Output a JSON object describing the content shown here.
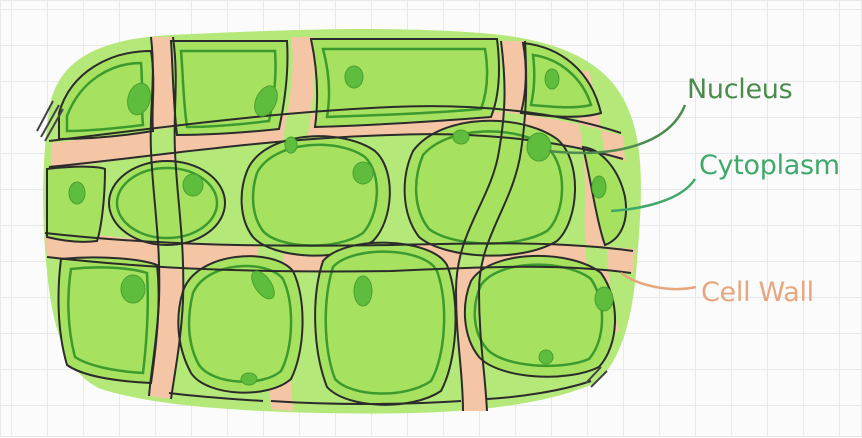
{
  "diagram": {
    "labels": {
      "nucleus": "Nucleus",
      "cytoplasm": "Cytoplasm",
      "cell_wall": "Cell Wall"
    }
  },
  "colors": {
    "cytoplasm_fill": "#a6e25f",
    "cytoplasm_fill_light": "#b4e97a",
    "cell_wall_fill": "#f4c6a6",
    "nucleus_fill": "#5fbd3d",
    "outline": "#2b2b2b",
    "membrane": "#3c9a2e",
    "nucleus_label": "#4b8b4d",
    "cytoplasm_label": "#3fa86a",
    "cell_wall_label": "#e6a77f"
  }
}
